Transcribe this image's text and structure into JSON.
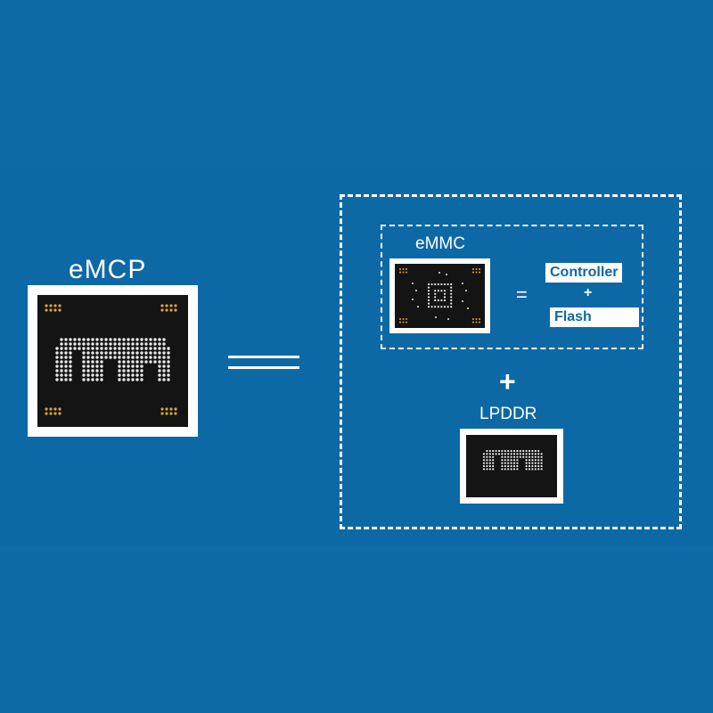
{
  "emcp": {
    "title": "eMCP"
  },
  "emmc": {
    "title": "eMMC",
    "equals": "=",
    "parts": {
      "controller": "Controller",
      "plus": "+",
      "flash": "Flash"
    }
  },
  "combine": {
    "plus": "+"
  },
  "lpddr": {
    "title": "LPDDR"
  },
  "colors": {
    "background": "#0d69a5",
    "chip": "#141414",
    "ball": "#e8e8e8",
    "gold_ball": "#d9a53a",
    "frame": "#ffffff"
  }
}
